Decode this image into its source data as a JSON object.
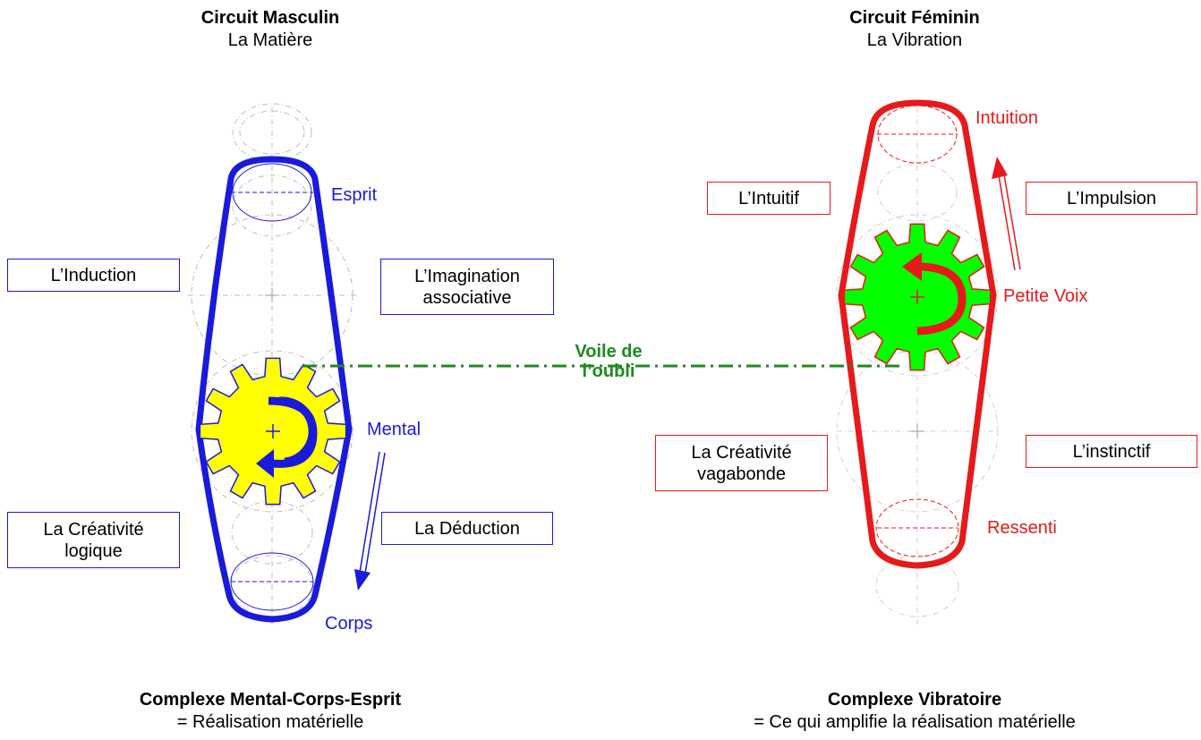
{
  "left": {
    "title": "Circuit Masculin",
    "subtitle": "La Matière",
    "label_top": "Esprit",
    "label_mid": "Mental",
    "label_bottom": "Corps",
    "box_induction": "L’Induction",
    "box_imagination": "L’Imagination\nassociative",
    "box_creativite": "La Créativité\nlogique",
    "box_deduction": "La Déduction",
    "footer_title": "Complexe Mental-Corps-Esprit",
    "footer_sub": "= Réalisation matérielle"
  },
  "right": {
    "title": "Circuit Féminin",
    "subtitle": "La Vibration",
    "label_top": "Intuition",
    "label_mid": "Petite Voix",
    "label_bottom": "Ressenti",
    "box_intuitif": "L’Intuitif",
    "box_impulsion": "L’Impulsion",
    "box_creativite": "La Créativité\nvagabonde",
    "box_instinctif": "L’instinctif",
    "footer_title": "Complexe Vibratoire",
    "footer_sub": "= Ce qui amplifie la réalisation matérielle"
  },
  "voile": "Voile de\nl’oubli",
  "colors": {
    "masculine": "#1a1adb",
    "feminine": "#e61a1a",
    "gear_masculine": "#ffff00",
    "gear_feminine": "#00ff00",
    "voile": "#1f8a1f"
  },
  "icons": {
    "gear_masculine": "gear-icon",
    "gear_feminine": "gear-icon",
    "rotation_masculine": "counterclockwise-arrow-icon",
    "rotation_feminine": "counterclockwise-arrow-icon",
    "flow_masculine": "double-arrow-down-icon",
    "flow_feminine": "double-arrow-up-icon"
  }
}
